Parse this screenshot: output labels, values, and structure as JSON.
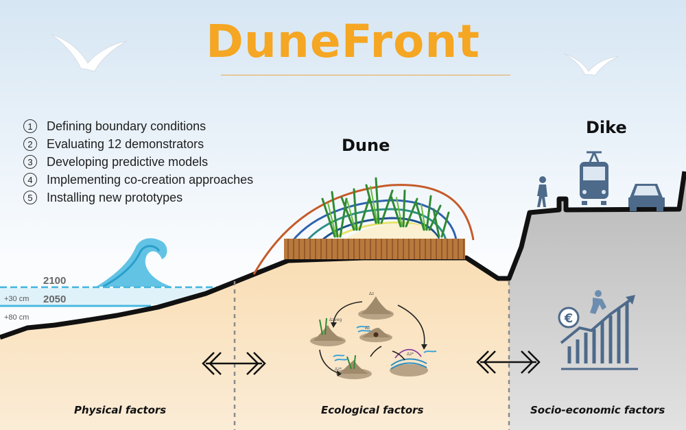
{
  "title": "DuneFront",
  "steps": [
    {
      "num": "1",
      "text": "Defining boundary conditions"
    },
    {
      "num": "2",
      "text": "Evaluating 12 demonstrators"
    },
    {
      "num": "3",
      "text": "Developing predictive models"
    },
    {
      "num": "4",
      "text": "Implementing co-creation approaches"
    },
    {
      "num": "5",
      "text": "Installing new prototypes"
    }
  ],
  "labels": {
    "dune": "Dune",
    "dike": "Dike"
  },
  "sea_levels": {
    "year_2100": "2100",
    "year_2050": "2050",
    "rise_2050": "+30 cm",
    "rise_2100": "+80 cm"
  },
  "zones": {
    "physical": "Physical factors",
    "ecological": "Ecological factors",
    "socio_economic": "Socio-economic factors"
  },
  "ecology_labels": {
    "dz": "Δz",
    "dzveg": "Δzveg",
    "dz_star": "Δz*"
  },
  "icons": [
    "seagull-icon",
    "wave-icon",
    "pedestrian-icon",
    "tram-icon",
    "car-icon",
    "euro-icon",
    "worker-icon",
    "growth-chart-icon",
    "double-arrow-icon"
  ],
  "colors": {
    "title": "#f5a623",
    "sky_top": "#dbe9f4",
    "sand": "#f8e3c0",
    "dike_grey": "#c8c8c8",
    "water": "#5bbfe0",
    "icon_blue": "#4e6a8a"
  }
}
